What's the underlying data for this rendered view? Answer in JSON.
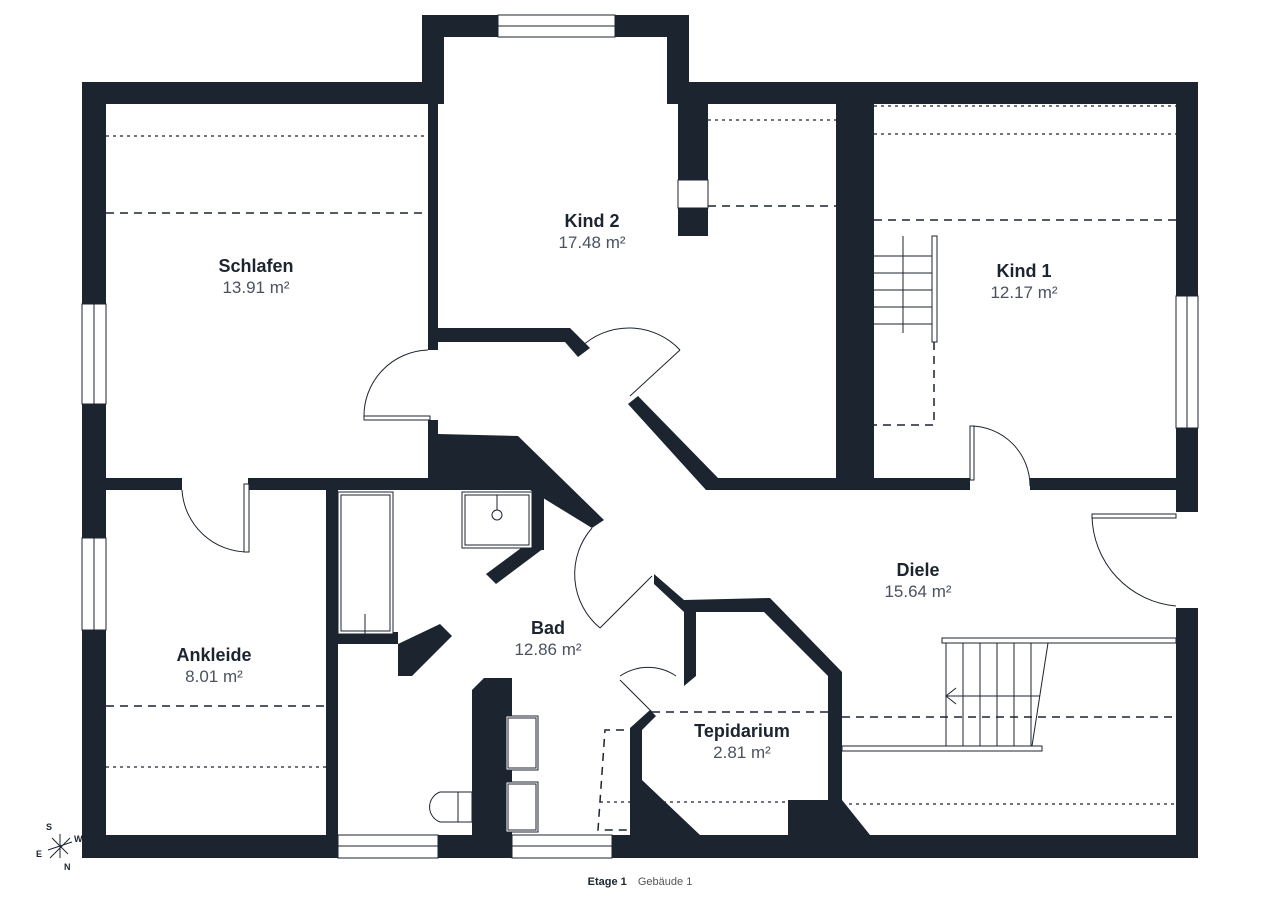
{
  "plan": {
    "wall_color": "#1c2430",
    "rooms": [
      {
        "name": "Schlafen",
        "area": "13.91 m²"
      },
      {
        "name": "Kind 2",
        "area": "17.48 m²"
      },
      {
        "name": "Kind 1",
        "area": "12.17 m²"
      },
      {
        "name": "Ankleide",
        "area": "8.01 m²"
      },
      {
        "name": "Bad",
        "area": "12.86 m²"
      },
      {
        "name": "Diele",
        "area": "15.64 m²"
      },
      {
        "name": "Tepidarium",
        "area": "2.81 m²"
      }
    ]
  },
  "compass": {
    "s": "S",
    "w": "W",
    "e": "E",
    "n": "N"
  },
  "footer": {
    "floor": "Etage 1",
    "building": "Gebäude 1"
  }
}
